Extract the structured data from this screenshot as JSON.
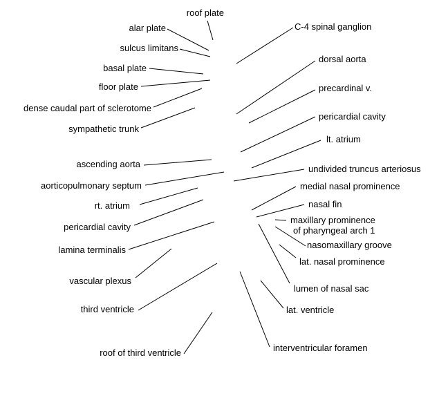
{
  "labels": {
    "roof_plate": "roof plate",
    "alar_plate": "alar plate",
    "sulcus_limitans": "sulcus limitans",
    "basal_plate": "basal plate",
    "floor_plate": "floor plate",
    "dense_caudal_sclerotome": "dense caudal part of sclerotome",
    "sympathetic_trunk": "sympathetic trunk",
    "ascending_aorta": "ascending aorta",
    "aorticopulmonary_septum": "aorticopulmonary septum",
    "rt_atrium": "rt. atrium",
    "pericardial_cavity_left": "pericardial cavity",
    "lamina_terminalis": "lamina terminalis",
    "vascular_plexus": "vascular plexus",
    "third_ventricle": "third ventricle",
    "roof_of_third_ventricle": "roof of third ventricle",
    "c4_spinal_ganglion": "C-4 spinal ganglion",
    "dorsal_aorta": "dorsal aorta",
    "precardinal_v": "precardinal v.",
    "pericardial_cavity_right": "pericardial cavity",
    "lt_atrium": "lt. atrium",
    "undivided_truncus_arteriosus": "undivided truncus arteriosus",
    "medial_nasal_prominence": "medial nasal prominence",
    "nasal_fin": "nasal fin",
    "maxillary_prominence_line1": "maxillary prominence",
    "maxillary_prominence_line2": "of pharyngeal arch 1",
    "nasomaxillary_groove": "nasomaxillary groove",
    "lat_nasal_prominence": "lat. nasal prominence",
    "lumen_of_nasal_sac": "lumen of nasal sac",
    "lat_ventricle": "lat. ventricle",
    "interventricular_foramen": "interventricular foramen"
  }
}
